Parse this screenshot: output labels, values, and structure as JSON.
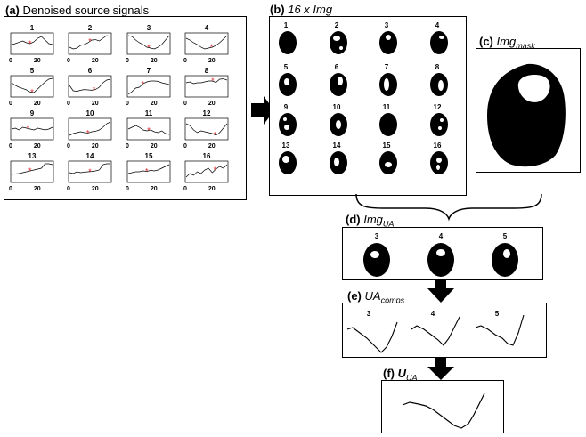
{
  "panels": {
    "a": {
      "tag": "(a)",
      "title": "Denoised source signals"
    },
    "b": {
      "tag": "(b)",
      "title": "16 x Img"
    },
    "c": {
      "tag": "(c)",
      "title": "Img",
      "sub": "mask"
    },
    "d": {
      "tag": "(d)",
      "title": "Img",
      "sub": "UA"
    },
    "e": {
      "tag": "(e)",
      "title": "UA",
      "sub": "comps"
    },
    "f": {
      "tag": "(f)",
      "title": "U",
      "sub": "UA"
    }
  },
  "signals": {
    "numbers": [
      "1",
      "2",
      "3",
      "4",
      "5",
      "6",
      "7",
      "8",
      "9",
      "10",
      "11",
      "12",
      "13",
      "14",
      "15",
      "16"
    ],
    "tick_start": "0",
    "tick_end": "20"
  },
  "images": {
    "numbers": [
      "1",
      "2",
      "3",
      "4",
      "5",
      "6",
      "7",
      "8",
      "9",
      "10",
      "11",
      "12",
      "13",
      "14",
      "15",
      "16"
    ]
  },
  "selected": {
    "numbers": [
      "3",
      "4",
      "5"
    ]
  },
  "components": {
    "numbers": [
      "3",
      "4",
      "5"
    ]
  },
  "colors": {
    "line": "#000000",
    "marker": "#e0242a",
    "fill": "#000000"
  }
}
